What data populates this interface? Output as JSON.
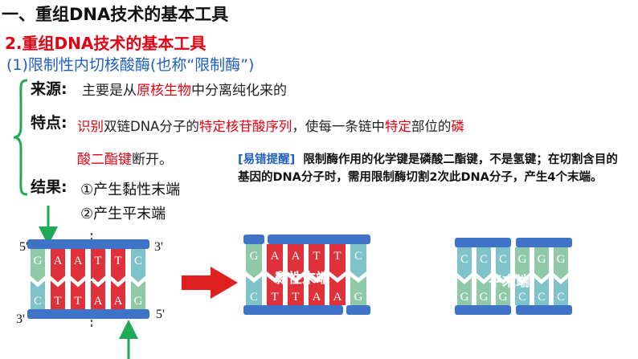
{
  "title": "一、重组DNA技术的基本工具",
  "subtitle": "2.重组DNA技术的基本工具",
  "enzyme_heading": "(1)限制性内切核酸酶(也称“限制酶”)",
  "source": {
    "label": "来源",
    "colon": ":",
    "text_a": "主要是从",
    "text_red": "原核生物",
    "text_b": "中分离纯化来的"
  },
  "feature": {
    "label": "特点",
    "colon": ":",
    "p1": "识别",
    "p2": "双链DNA分子的",
    "p3": "特定核苷酸序列",
    "p4": "，使每一条链中",
    "p5": "特定",
    "p6": "部位的",
    "p7": "磷",
    "line2_red": "酸二酯键",
    "line2_black": "断开。"
  },
  "tip": {
    "label": "[易错提醒]",
    "text": "限制酶作用的化学键是磷酸二酯键，不是氢键；在切割含目的基因的DNA分子时，需用限制酶切割2次此DNA分子，产生4个末端。"
  },
  "result": {
    "label": "结果",
    "colon": ":",
    "item1": "①产生黏性末端",
    "item2": "②产生平末端"
  },
  "diagram": {
    "left": {
      "end_top_left": "5'",
      "end_top_right": "3'",
      "end_bottom_left": "3'",
      "end_bottom_right": "5'",
      "top_bases": [
        "G",
        "A",
        "A",
        "T",
        "T",
        "C"
      ],
      "bottom_bases": [
        "C",
        "T",
        "T",
        "A",
        "A",
        "G"
      ]
    },
    "sticky": {
      "label": "黏性末端",
      "top_bases": [
        "G",
        "A",
        "A",
        "T",
        "T",
        "C"
      ],
      "bottom_bases": [
        "C",
        "T",
        "T",
        "A",
        "A",
        "G"
      ]
    },
    "blunt": {
      "label": "平末端",
      "top_bases": [
        "C",
        "C",
        "C",
        "G",
        "G",
        "G"
      ],
      "bottom_bases": [
        "G",
        "G",
        "G",
        "C",
        "C",
        "C"
      ]
    },
    "colors": {
      "backbone": "#3f73c8",
      "backbone_light": "#8fb4e8",
      "A": "#e0303a",
      "T": "#e0303a",
      "G": "#8fc9a8",
      "C": "#7dc3c9",
      "arrow_green": "#1faa55",
      "arrow_red": "#e02020"
    }
  }
}
